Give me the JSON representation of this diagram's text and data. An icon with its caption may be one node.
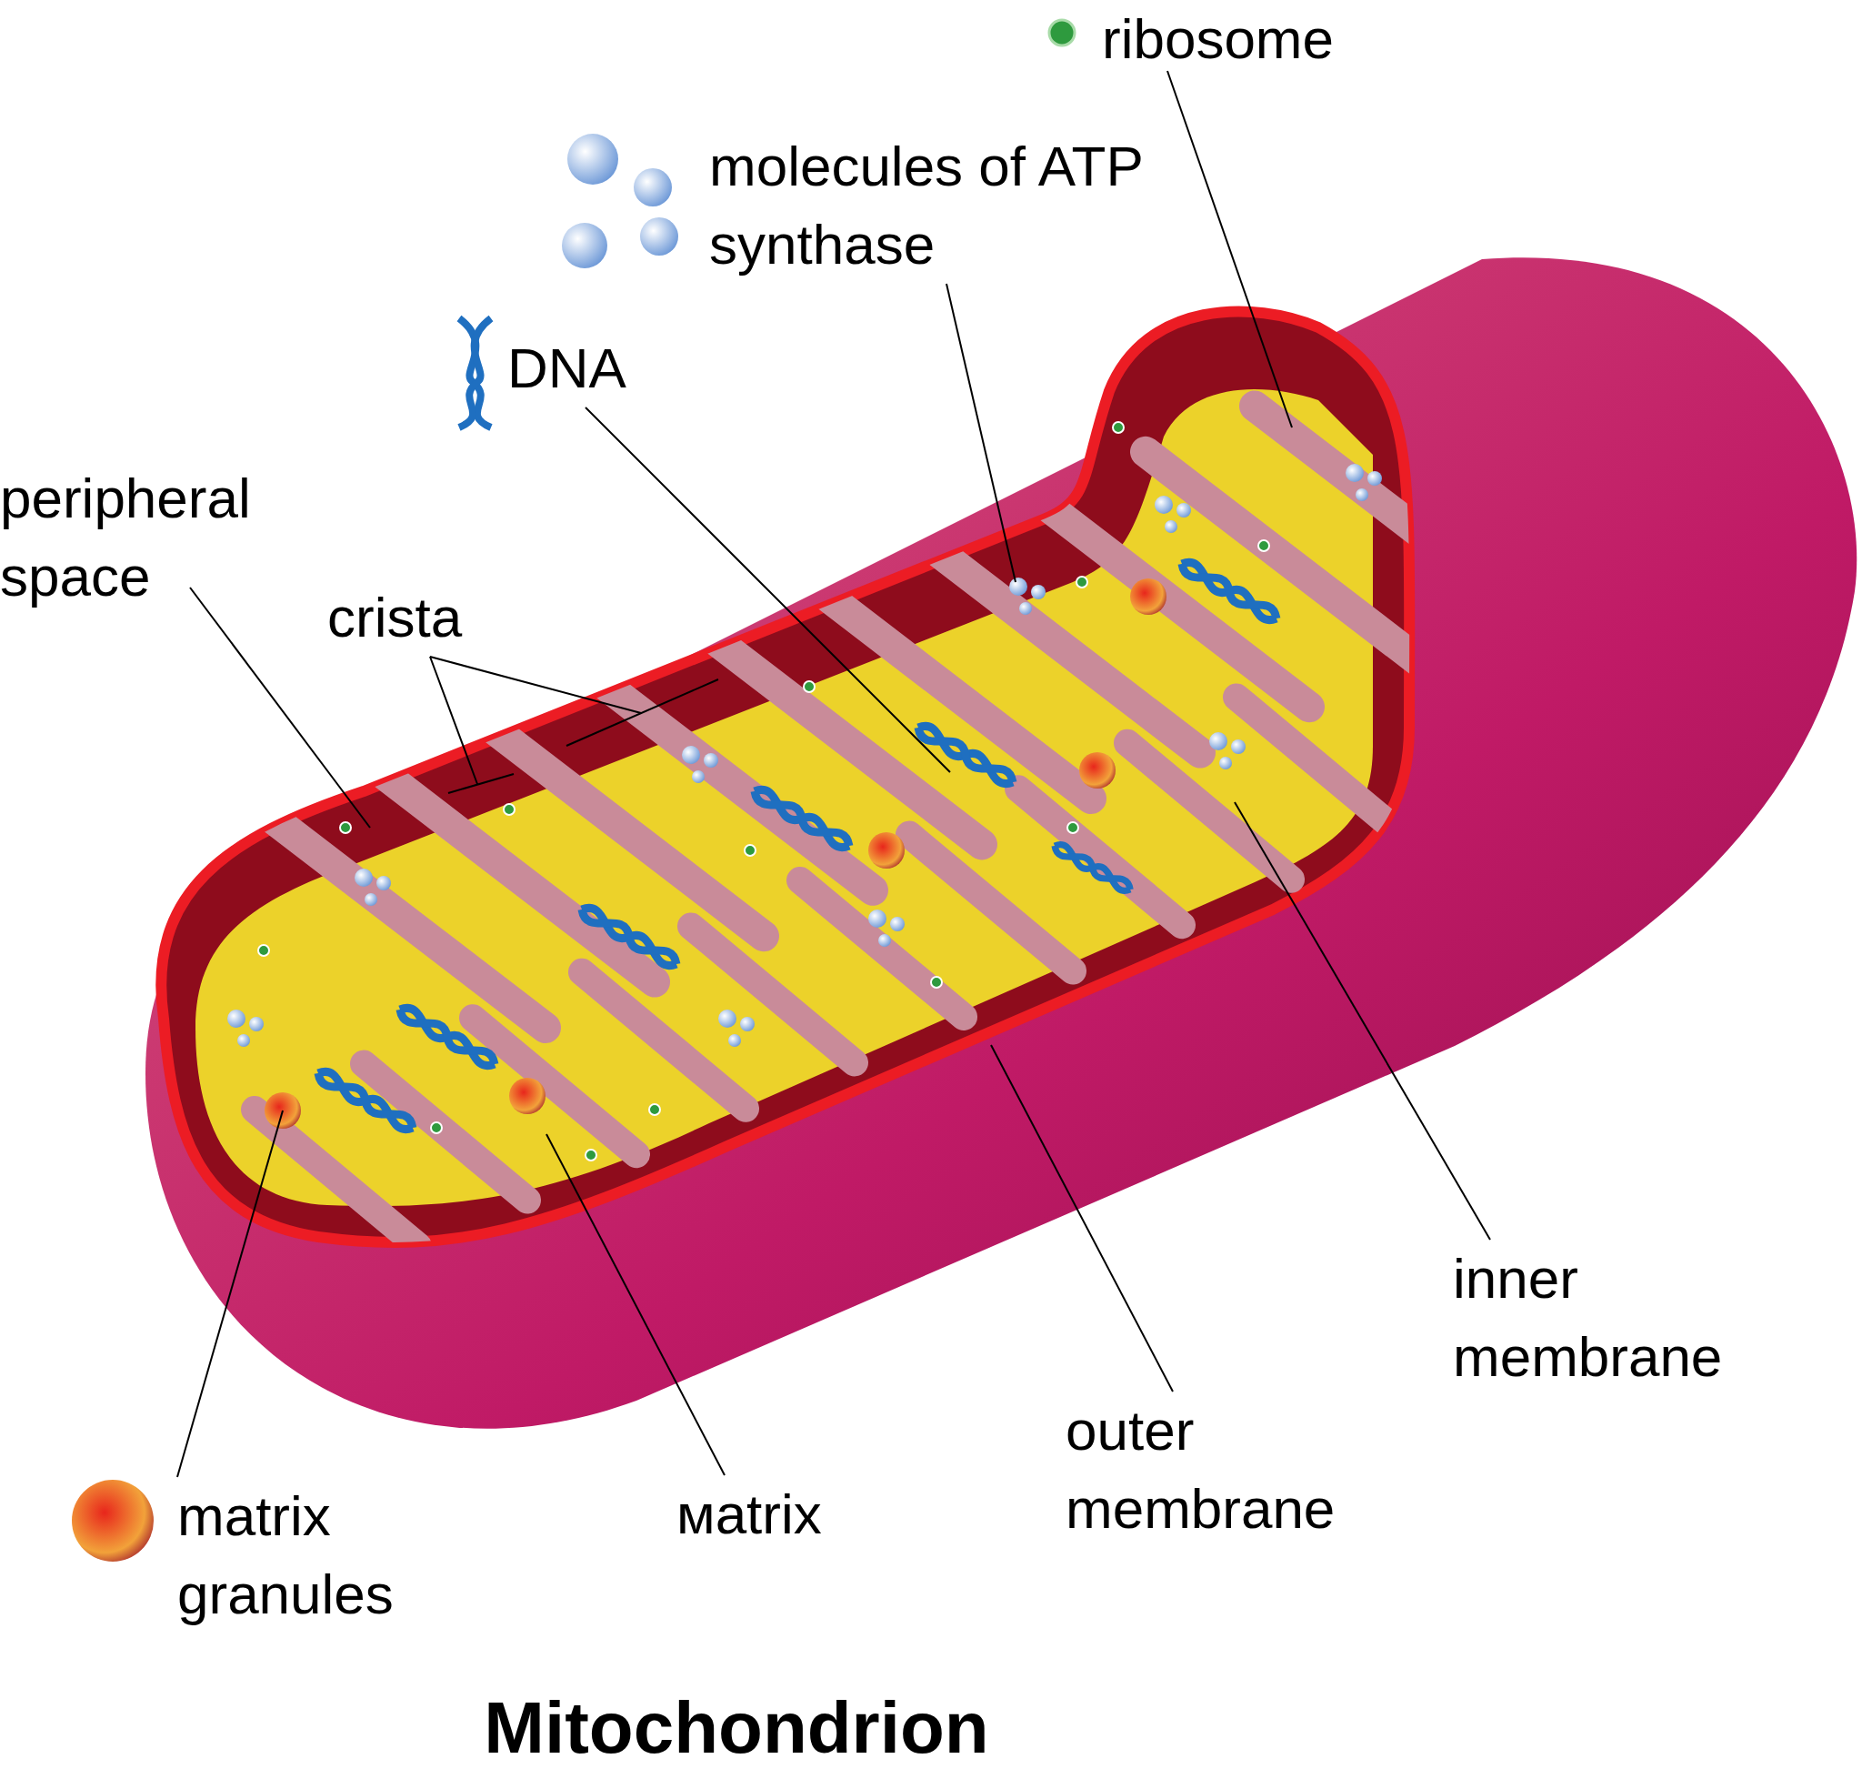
{
  "diagram": {
    "title": "Mitochondrion",
    "nodes": [
      {
        "text": [
          "ribosome"
        ]
      },
      {
        "text": [
          "molecules of ATP synthase"
        ]
      },
      {
        "text": [
          "DNA"
        ]
      },
      {
        "text": [
          "peripheral space"
        ]
      },
      {
        "text": [
          "crista"
        ]
      },
      {
        "text": [
          "inner membrane"
        ]
      },
      {
        "text": [
          "outer membrane"
        ]
      },
      {
        "text": [
          "мatrix"
        ]
      },
      {
        "text": [
          "matrix granules"
        ]
      }
    ],
    "edges": [
      {
        "from": 0,
        "to": null,
        "arrow": "none"
      },
      {
        "from": 1,
        "to": null,
        "arrow": "none"
      },
      {
        "from": 2,
        "to": null,
        "arrow": "none"
      },
      {
        "from": 3,
        "to": null,
        "arrow": "none"
      },
      {
        "from": 4,
        "to": null,
        "arrow": "none"
      },
      {
        "from": 4,
        "to": null,
        "arrow": "none"
      },
      {
        "from": 5,
        "to": null,
        "arrow": "none"
      },
      {
        "from": 6,
        "to": null,
        "arrow": "none"
      },
      {
        "from": 7,
        "to": null,
        "arrow": "none"
      },
      {
        "from": 8,
        "to": null,
        "arrow": "none"
      }
    ]
  }
}
